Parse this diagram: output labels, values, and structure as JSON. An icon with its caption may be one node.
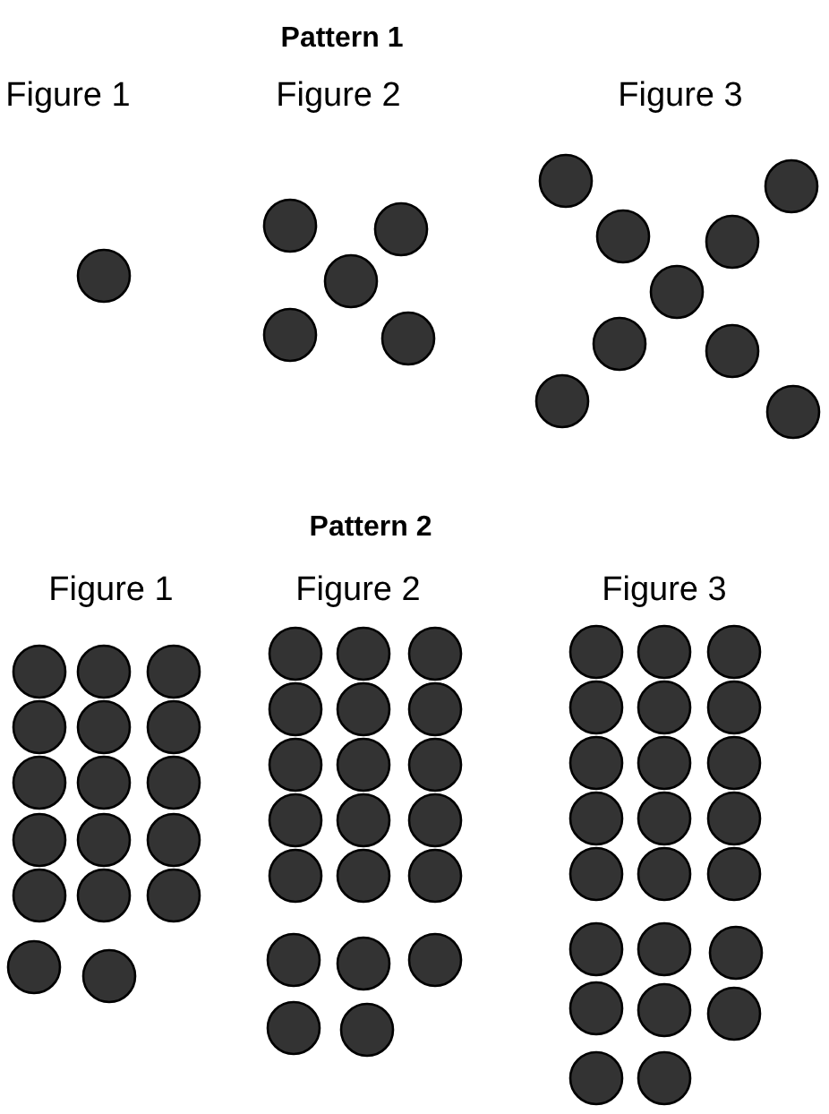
{
  "diagram": {
    "labels": [
      "Pattern 1",
      "Figure 1",
      "Figure 2",
      "Figure 3",
      "Pattern 2",
      "Figure 1",
      "Figure 2",
      "Figure 3"
    ]
  }
}
